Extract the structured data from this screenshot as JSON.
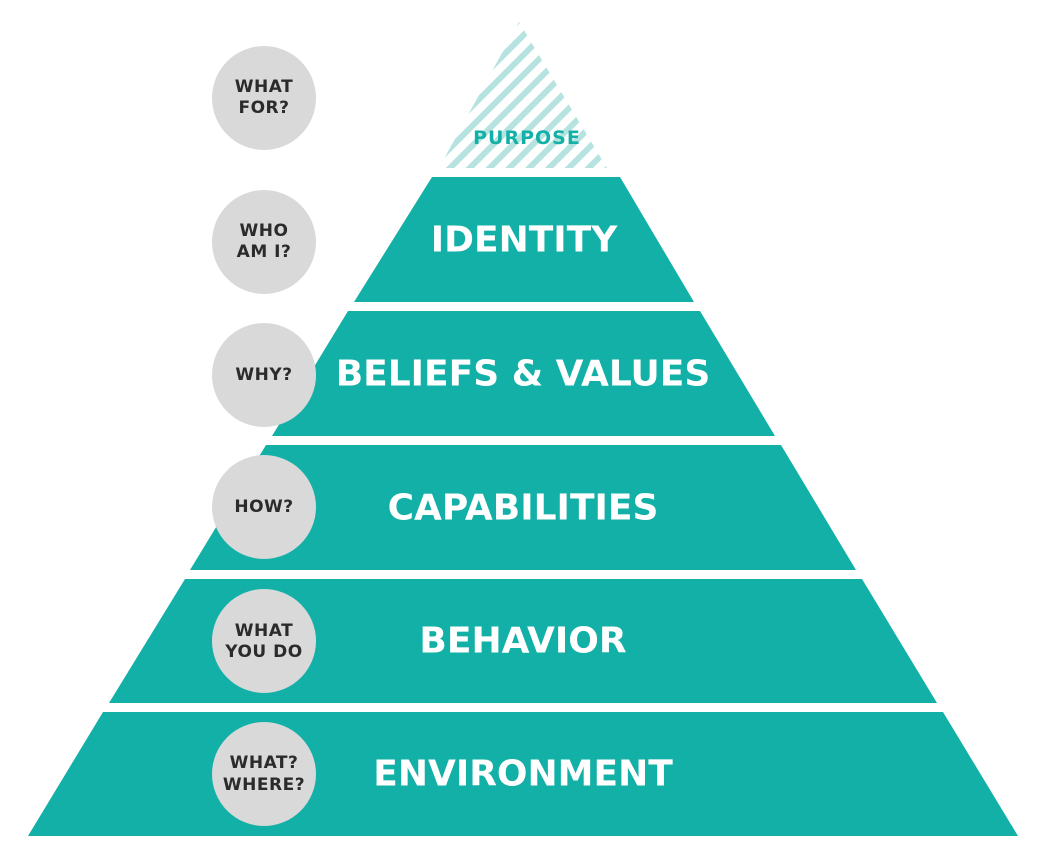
{
  "colors": {
    "teal": "#12b0a7",
    "hatch": "#b6e3df",
    "circle": "#d9d9d9",
    "question_text": "#2b2b2b",
    "purpose_text": "#12b0a7",
    "level_text": "#ffffff"
  },
  "apex": {
    "label": "PURPOSE",
    "question": [
      "WHAT",
      "FOR?"
    ]
  },
  "levels": [
    {
      "label": "IDENTITY",
      "question": [
        "WHO",
        "AM I?"
      ]
    },
    {
      "label": "BELIEFS & VALUES",
      "question": [
        "WHY?"
      ]
    },
    {
      "label": "CAPABILITIES",
      "question": [
        "HOW?"
      ]
    },
    {
      "label": "BEHAVIOR",
      "question": [
        "WHAT",
        "YOU DO"
      ]
    },
    {
      "label": "ENVIRONMENT",
      "question": [
        "WHAT?",
        "WHERE?"
      ]
    }
  ]
}
